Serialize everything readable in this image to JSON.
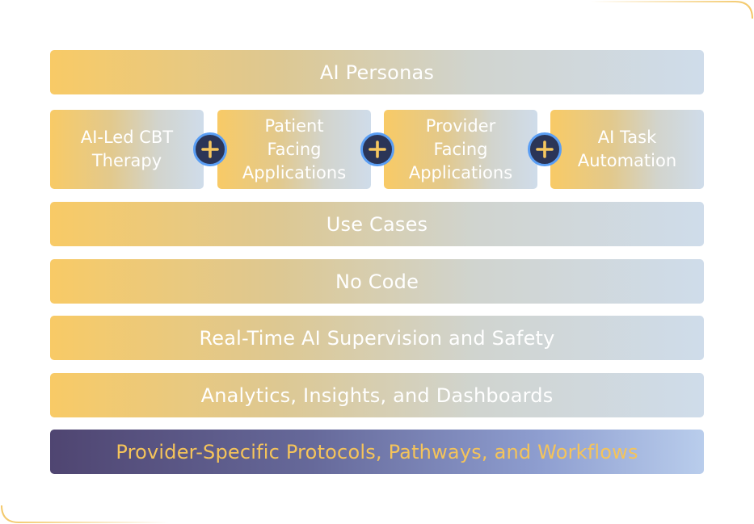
{
  "layers": {
    "top": "AI Personas",
    "modules": [
      "AI-Led CBT\nTherapy",
      "Patient\nFacing\nApplications",
      "Provider\nFacing\nApplications",
      "AI Task\nAutomation"
    ],
    "use_cases": "Use Cases",
    "no_code": "No Code",
    "supervision": "Real-Time AI Supervision and Safety",
    "analytics": "Analytics, Insights, and Dashboards",
    "foundation": "Provider-Specific Protocols, Pathways, and Workflows"
  },
  "colors": {
    "accent_yellow": "#F8CA66",
    "light_blue_gray": "#CFDCEA",
    "dark_navy": "#2B3557",
    "plus_ring_blue": "#5A9EF4",
    "foundation_text": "#F5C45A"
  },
  "icons": {
    "connector": "plus-icon"
  }
}
